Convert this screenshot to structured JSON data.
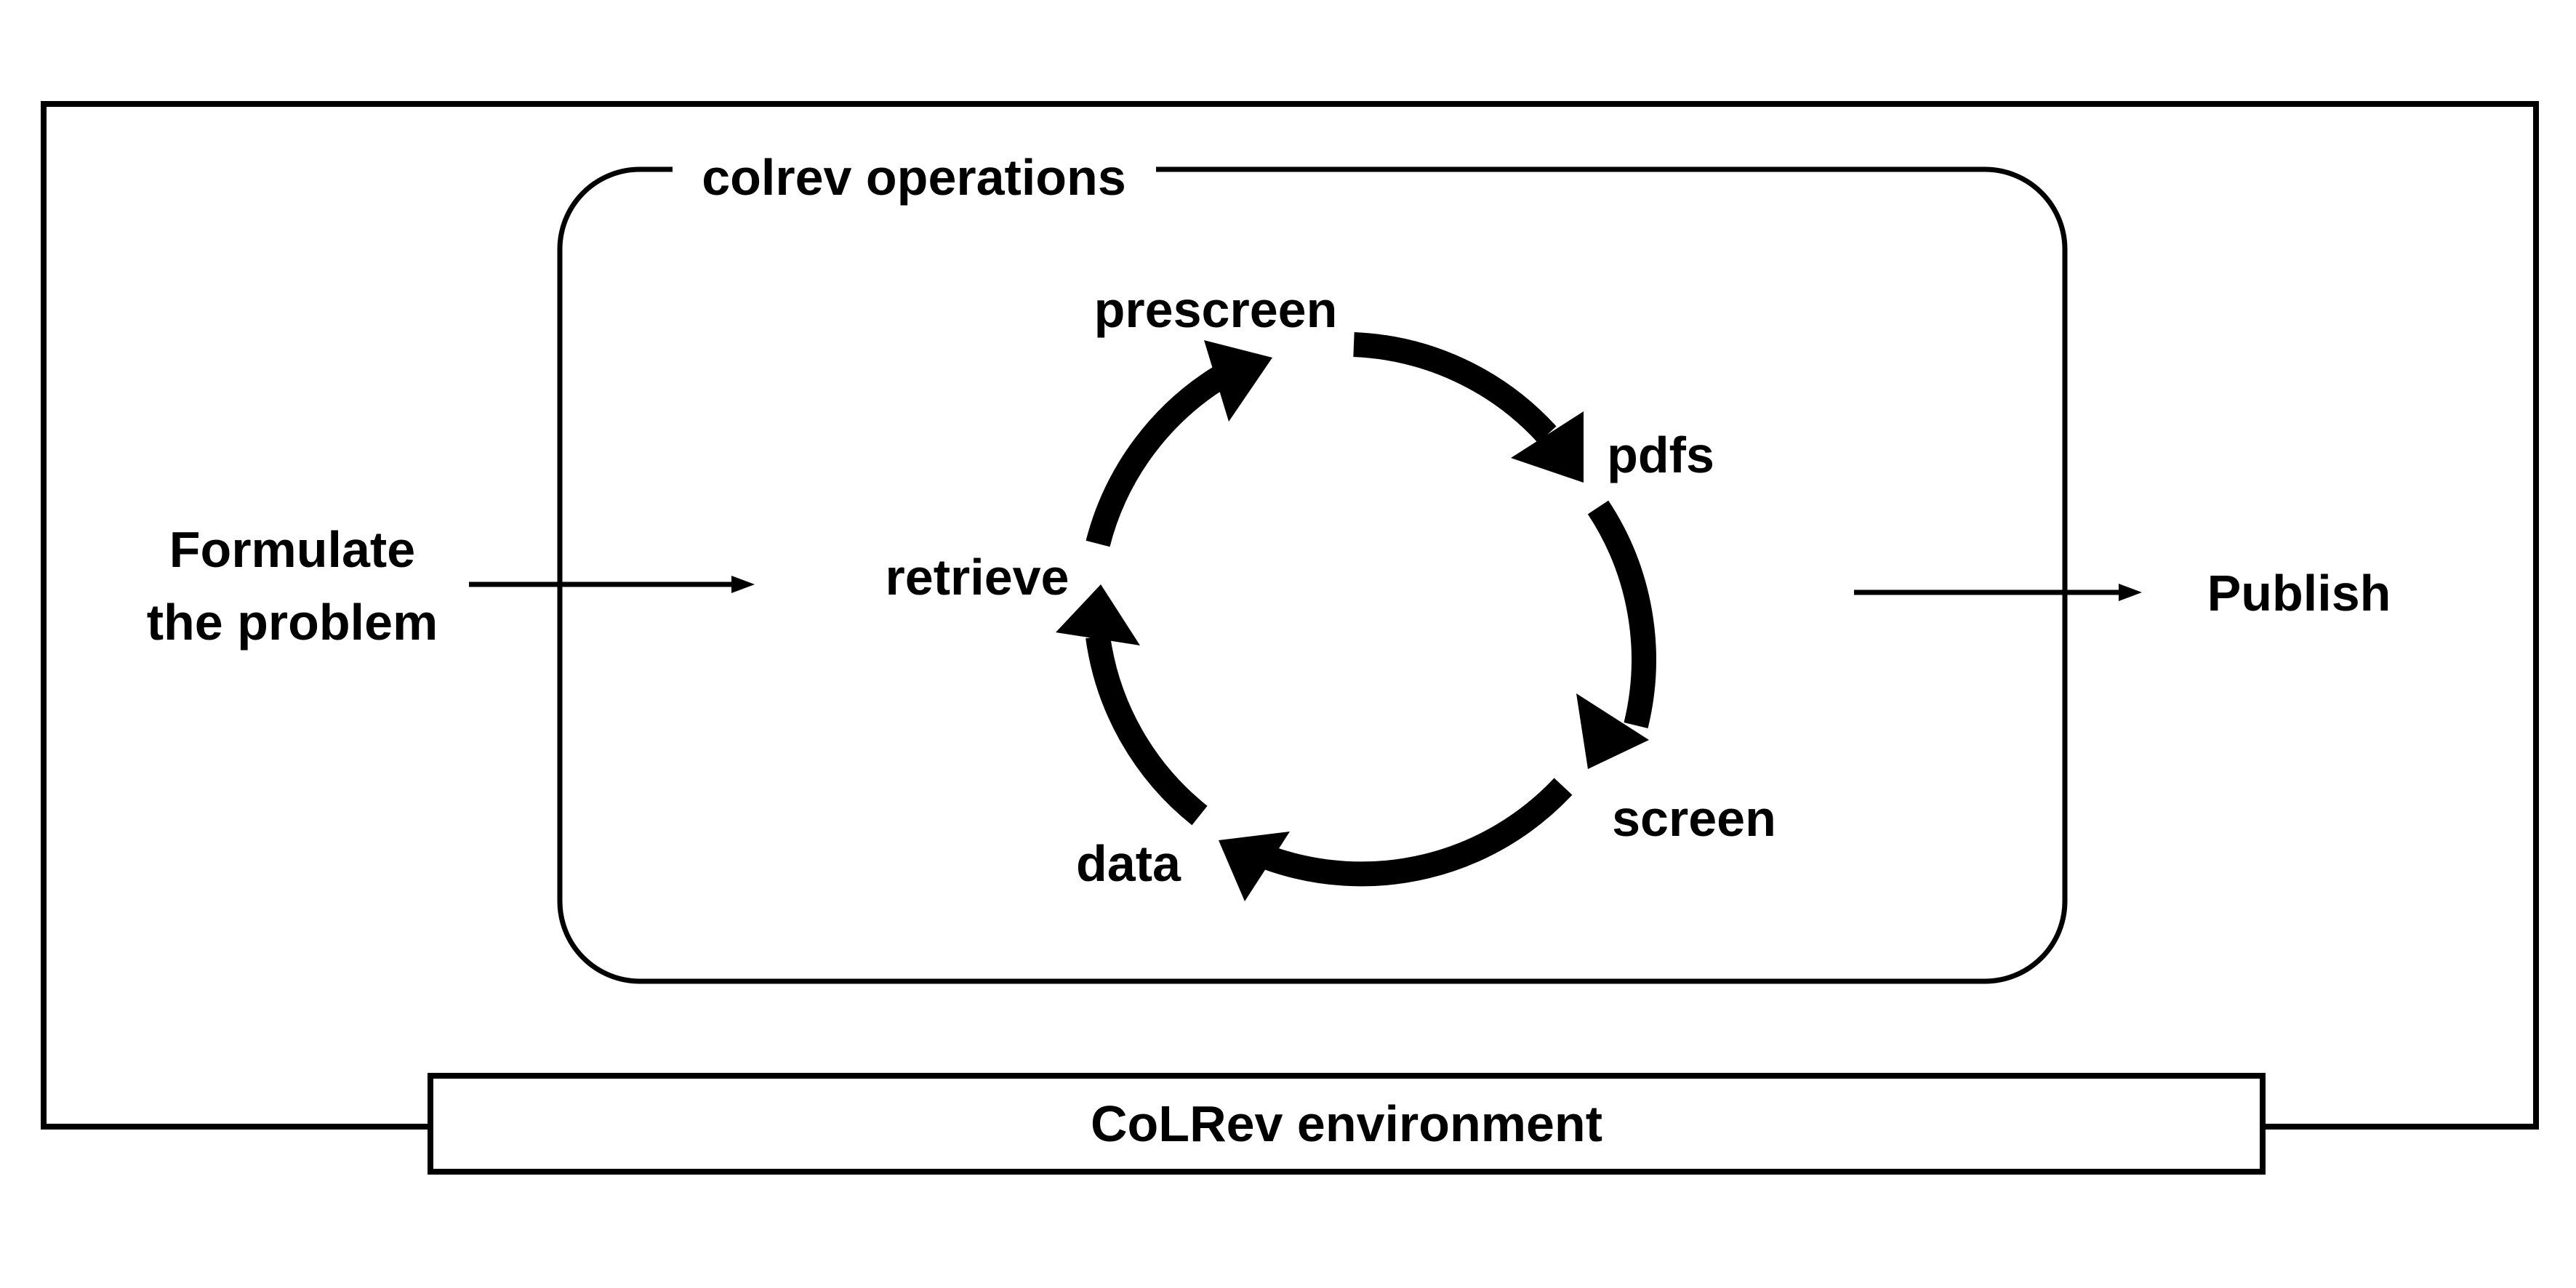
{
  "labels": {
    "operations_title": "colrev operations",
    "environment": "CoLRev environment",
    "formulate_line1": "Formulate",
    "formulate_line2": "the problem",
    "publish": "Publish"
  },
  "cycle_steps": [
    {
      "id": "retrieve",
      "label": "retrieve"
    },
    {
      "id": "prescreen",
      "label": "prescreen"
    },
    {
      "id": "pdfs",
      "label": "pdfs"
    },
    {
      "id": "screen",
      "label": "screen"
    },
    {
      "id": "data",
      "label": "data"
    }
  ],
  "colors": {
    "stroke": "#000000",
    "background": "#ffffff"
  }
}
